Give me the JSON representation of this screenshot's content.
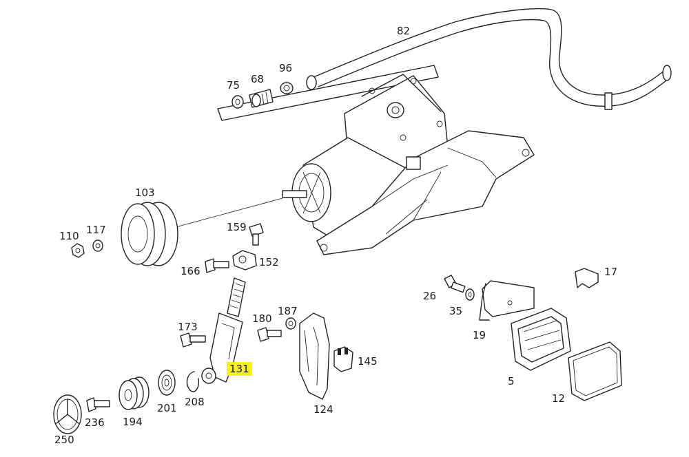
{
  "labels": {
    "p82": "82",
    "p75": "75",
    "p68": "68",
    "p96": "96",
    "p103": "103",
    "p110": "110",
    "p117": "117",
    "p159": "159",
    "p166": "166",
    "p152": "152",
    "p173": "173",
    "p180": "180",
    "p187": "187",
    "p131": "131",
    "p145": "145",
    "p124": "124",
    "p250": "250",
    "p236": "236",
    "p194": "194",
    "p201": "201",
    "p208": "208",
    "p26": "26",
    "p35": "35",
    "p19": "19",
    "p17": "17",
    "p5": "5",
    "p12": "12"
  },
  "highlight": {
    "part": "131",
    "color": "#f7ef22"
  }
}
